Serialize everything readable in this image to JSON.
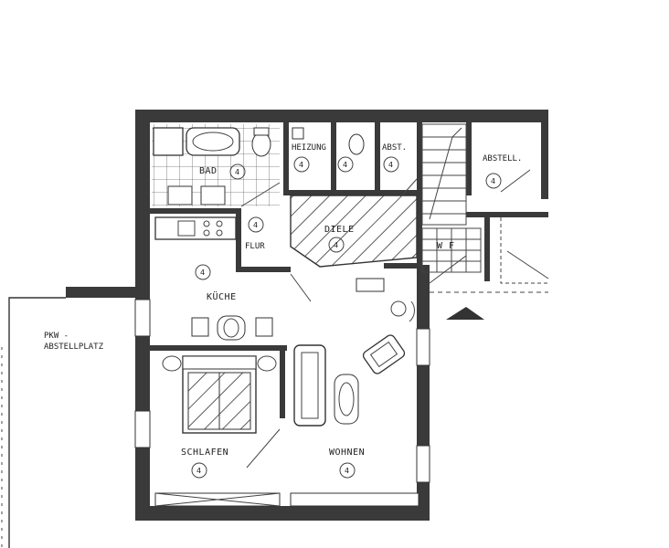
{
  "rooms": {
    "bad": "BAD",
    "heizung": "HEIZUNG",
    "abst": "ABST.",
    "abstell": "ABSTELL.",
    "diele": "DIELE",
    "flur": "FLUR",
    "wf": "W F",
    "kueche": "KÜCHE",
    "schlafen": "SCHLAFEN",
    "wohnen": "WOHNEN"
  },
  "parking": {
    "line1": "PKW -",
    "line2": "ABSTELLPLATZ"
  },
  "room_marker_glyph": "4",
  "colors": {
    "wall": "#3a3a3a",
    "line": "#333333",
    "paper": "#ffffff"
  }
}
